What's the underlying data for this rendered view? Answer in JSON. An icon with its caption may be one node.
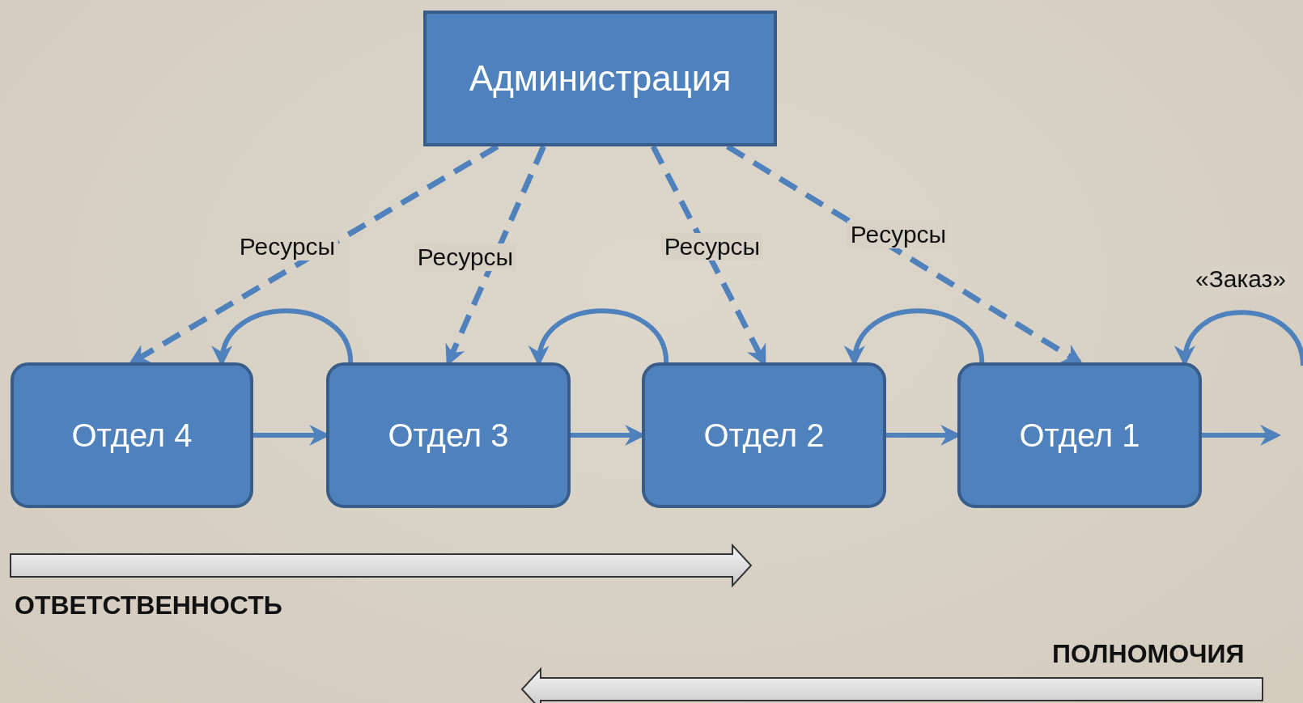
{
  "diagram": {
    "nodes": [
      {
        "text": [
          "Администрация"
        ]
      },
      {
        "text": [
          "Отдел 4"
        ]
      },
      {
        "text": [
          "Отдел 3"
        ]
      },
      {
        "text": [
          "Отдел 2"
        ]
      },
      {
        "text": [
          "Отдел 1"
        ]
      }
    ],
    "edges": [
      {
        "from": 0,
        "to": 1,
        "arrow": "to",
        "style": "dashed",
        "label": "Ресурсы"
      },
      {
        "from": 0,
        "to": 2,
        "arrow": "to",
        "style": "dashed",
        "label": "Ресурсы"
      },
      {
        "from": 0,
        "to": 3,
        "arrow": "to",
        "style": "dashed",
        "label": "Ресурсы"
      },
      {
        "from": 0,
        "to": 4,
        "arrow": "to",
        "style": "dashed",
        "label": "Ресурсы"
      },
      {
        "from": 1,
        "to": 2,
        "arrow": "to"
      },
      {
        "from": 2,
        "to": 3,
        "arrow": "to"
      },
      {
        "from": 3,
        "to": 4,
        "arrow": "to"
      },
      {
        "from": 4,
        "to": null,
        "arrow": "to"
      },
      {
        "from": 2,
        "to": 1,
        "arrow": "to"
      },
      {
        "from": 3,
        "to": 2,
        "arrow": "to"
      },
      {
        "from": 4,
        "to": 3,
        "arrow": "to"
      },
      {
        "from": null,
        "to": 4,
        "arrow": "to",
        "label": "«Заказ»"
      }
    ],
    "labels": [
      "ОТВЕТСТВЕННОСТЬ",
      "ПОЛНОМОЧИЯ"
    ]
  }
}
